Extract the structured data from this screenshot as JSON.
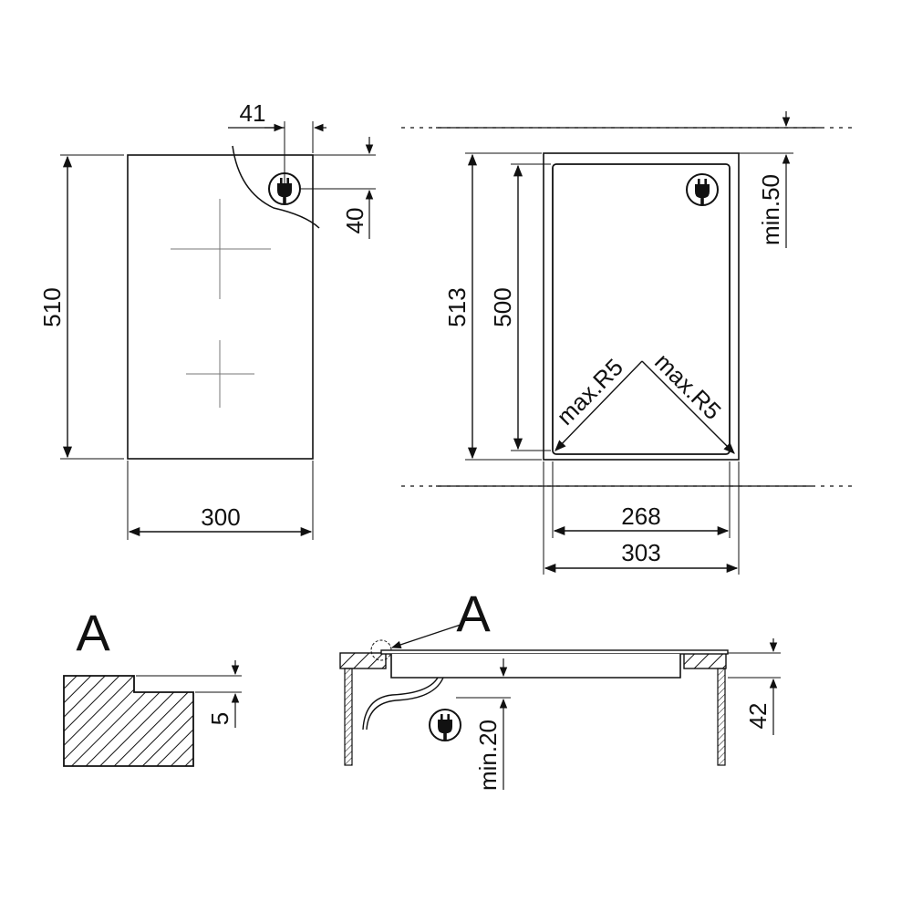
{
  "top_view": {
    "dim_width": "300",
    "dim_height": "510",
    "dim_plug_offset_x": "41",
    "dim_plug_offset_y": "40",
    "plug_icon": "power-plug-icon"
  },
  "cutout_view": {
    "dim_outer_height": "513",
    "dim_inner_height": "500",
    "dim_inner_width": "268",
    "dim_outer_width": "303",
    "dim_clearance_top": "min.50",
    "corner_left": "max.R5",
    "corner_right": "max.R5",
    "plug_icon": "power-plug-icon"
  },
  "detail_a": {
    "label": "A",
    "dim_step": "5"
  },
  "section_view": {
    "label": "A",
    "dim_thickness": "42",
    "dim_clearance_bottom": "min.20",
    "plug_icon": "power-plug-icon"
  }
}
